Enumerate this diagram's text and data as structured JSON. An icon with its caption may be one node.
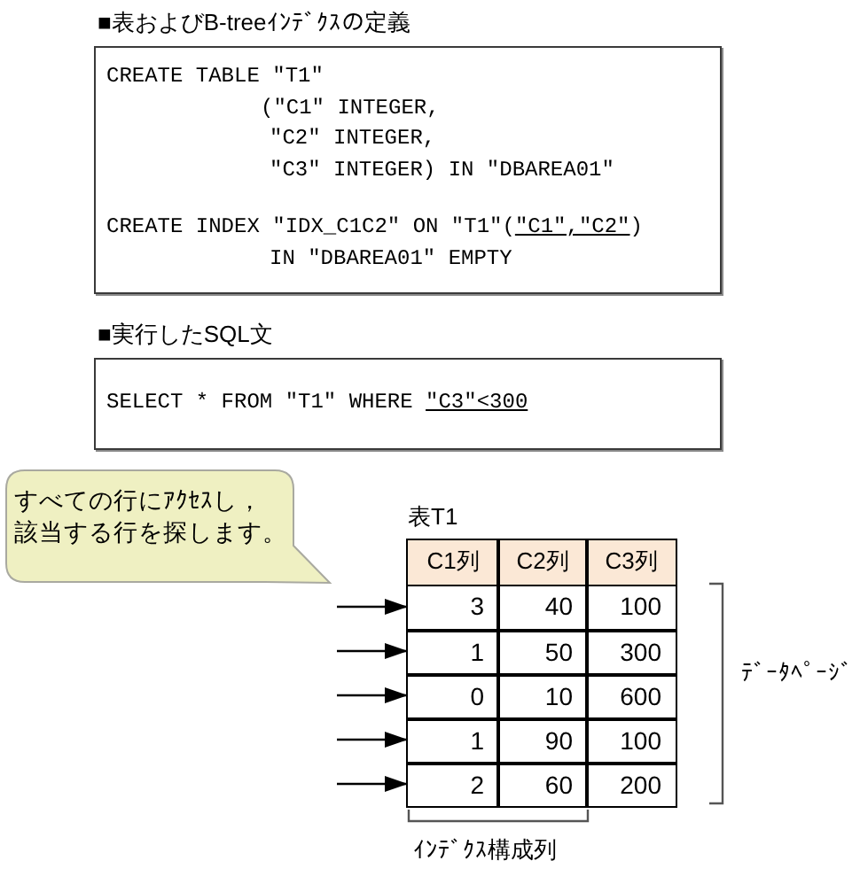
{
  "diagram": {
    "nodes": [
      {
        "text": [
          "■表およびB-treeｲﾝﾃﾞｸｽの定義",
          "CREATE TABLE \"T1\"",
          "(\"C1\" INTEGER,",
          "\"C2\" INTEGER,",
          "\"C3\" INTEGER) IN \"DBAREA01\"",
          "CREATE INDEX \"IDX_C1C2\" ON \"T1\"(\"C1\",\"C2\")",
          "IN \"DBAREA01\" EMPTY"
        ]
      },
      {
        "text": [
          "■実行したSQL文",
          "SELECT * FROM \"T1\" WHERE \"C3\"<300"
        ]
      },
      {
        "text": [
          "すべての行にｱｸｾｽし，該当する行を探します。"
        ]
      },
      {
        "text": [
          "表T1"
        ]
      },
      {
        "text": [
          "C1列",
          "C2列",
          "C3列"
        ],
        "in": 3
      },
      {
        "text": [
          "3",
          "40",
          "100"
        ],
        "in": 3
      },
      {
        "text": [
          "1",
          "50",
          "300"
        ],
        "in": 3
      },
      {
        "text": [
          "0",
          "10",
          "600"
        ],
        "in": 3
      },
      {
        "text": [
          "1",
          "90",
          "100"
        ],
        "in": 3
      },
      {
        "text": [
          "2",
          "60",
          "200"
        ],
        "in": 3
      }
    ],
    "edges": [
      {
        "from": null,
        "to": 5,
        "arrow": "to"
      },
      {
        "from": null,
        "to": 6,
        "arrow": "to"
      },
      {
        "from": null,
        "to": 7,
        "arrow": "to"
      },
      {
        "from": null,
        "to": 8,
        "arrow": "to"
      },
      {
        "from": null,
        "to": 9,
        "arrow": "to"
      }
    ],
    "labels": [
      "ﾃﾞｰﾀﾍﾟｰｼﾞ",
      "ｲﾝﾃﾞｸｽ構成列"
    ]
  }
}
